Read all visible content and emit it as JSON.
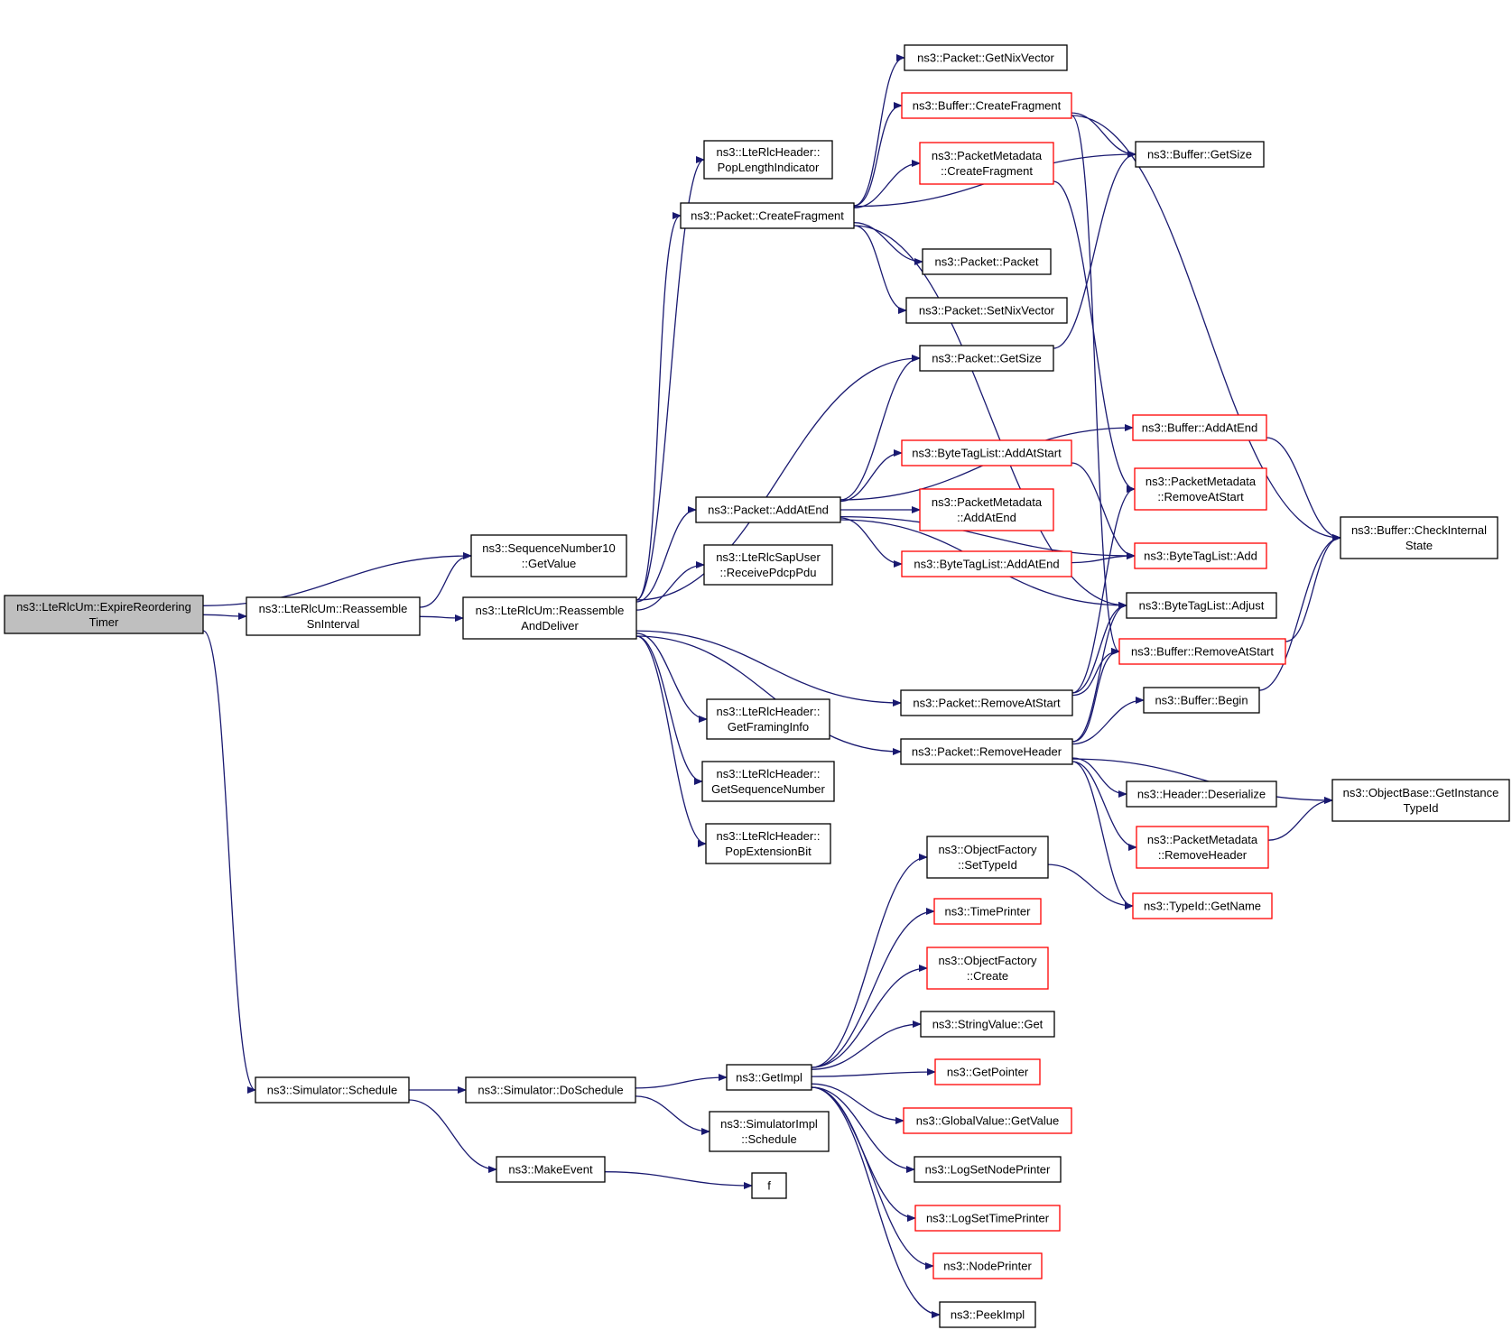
{
  "colors": {
    "edge": "#191970",
    "node_border": "#000000",
    "external_border": "#ff0000",
    "root_fill": "#bfbfbf",
    "node_fill": "#ffffff"
  },
  "nodes": [
    {
      "id": "expire",
      "lines": [
        "ns3::LteRlcUm::ExpireReordering",
        "Timer"
      ],
      "style": "root"
    },
    {
      "id": "reasmSn",
      "lines": [
        "ns3::LteRlcUm::Reassemble",
        "SnInterval"
      ],
      "style": "normal"
    },
    {
      "id": "seqGet",
      "lines": [
        "ns3::SequenceNumber10",
        "::GetValue"
      ],
      "style": "normal"
    },
    {
      "id": "reasmDel",
      "lines": [
        "ns3::LteRlcUm::Reassemble",
        "AndDeliver"
      ],
      "style": "normal"
    },
    {
      "id": "popLen",
      "lines": [
        "ns3::LteRlcHeader::",
        "PopLengthIndicator"
      ],
      "style": "normal"
    },
    {
      "id": "createFrag",
      "lines": [
        "ns3::Packet::CreateFragment"
      ],
      "style": "normal"
    },
    {
      "id": "addAtEnd",
      "lines": [
        "ns3::Packet::AddAtEnd"
      ],
      "style": "normal"
    },
    {
      "id": "recvPdcp",
      "lines": [
        "ns3::LteRlcSapUser",
        "::ReceivePdcpPdu"
      ],
      "style": "normal"
    },
    {
      "id": "getFraming",
      "lines": [
        "ns3::LteRlcHeader::",
        "GetFramingInfo"
      ],
      "style": "normal"
    },
    {
      "id": "getSeqNum",
      "lines": [
        "ns3::LteRlcHeader::",
        "GetSequenceNumber"
      ],
      "style": "normal"
    },
    {
      "id": "popExt",
      "lines": [
        "ns3::LteRlcHeader::",
        "PopExtensionBit"
      ],
      "style": "normal"
    },
    {
      "id": "getNix",
      "lines": [
        "ns3::Packet::GetNixVector"
      ],
      "style": "normal"
    },
    {
      "id": "bufCreateFrag",
      "lines": [
        "ns3::Buffer::CreateFragment"
      ],
      "style": "external"
    },
    {
      "id": "pmCreateFrag",
      "lines": [
        "ns3::PacketMetadata",
        "::CreateFragment"
      ],
      "style": "external"
    },
    {
      "id": "pktPacket",
      "lines": [
        "ns3::Packet::Packet"
      ],
      "style": "normal"
    },
    {
      "id": "setNix",
      "lines": [
        "ns3::Packet::SetNixVector"
      ],
      "style": "normal"
    },
    {
      "id": "pktGetSize",
      "lines": [
        "ns3::Packet::GetSize"
      ],
      "style": "normal"
    },
    {
      "id": "btlAddAtStart",
      "lines": [
        "ns3::ByteTagList::AddAtStart"
      ],
      "style": "external"
    },
    {
      "id": "pmAddAtEnd",
      "lines": [
        "ns3::PacketMetadata",
        "::AddAtEnd"
      ],
      "style": "external"
    },
    {
      "id": "btlAddAtEnd",
      "lines": [
        "ns3::ByteTagList::AddAtEnd"
      ],
      "style": "external"
    },
    {
      "id": "pktRemoveAtStart",
      "lines": [
        "ns3::Packet::RemoveAtStart"
      ],
      "style": "normal"
    },
    {
      "id": "pktRemoveHeader",
      "lines": [
        "ns3::Packet::RemoveHeader"
      ],
      "style": "normal"
    },
    {
      "id": "bufGetSize",
      "lines": [
        "ns3::Buffer::GetSize"
      ],
      "style": "normal"
    },
    {
      "id": "bufAddAtEnd",
      "lines": [
        "ns3::Buffer::AddAtEnd"
      ],
      "style": "external"
    },
    {
      "id": "pmRemoveAtStart",
      "lines": [
        "ns3::PacketMetadata",
        "::RemoveAtStart"
      ],
      "style": "external"
    },
    {
      "id": "btlAdd",
      "lines": [
        "ns3::ByteTagList::Add"
      ],
      "style": "external"
    },
    {
      "id": "btlAdjust",
      "lines": [
        "ns3::ByteTagList::Adjust"
      ],
      "style": "normal"
    },
    {
      "id": "bufRemoveAtStart",
      "lines": [
        "ns3::Buffer::RemoveAtStart"
      ],
      "style": "external"
    },
    {
      "id": "bufBegin",
      "lines": [
        "ns3::Buffer::Begin"
      ],
      "style": "normal"
    },
    {
      "id": "hdrDeser",
      "lines": [
        "ns3::Header::Deserialize"
      ],
      "style": "normal"
    },
    {
      "id": "pmRemoveHeader",
      "lines": [
        "ns3::PacketMetadata",
        "::RemoveHeader"
      ],
      "style": "external"
    },
    {
      "id": "typeGetName",
      "lines": [
        "ns3::TypeId::GetName"
      ],
      "style": "external"
    },
    {
      "id": "bufCheck",
      "lines": [
        "ns3::Buffer::CheckInternal",
        "State"
      ],
      "style": "normal"
    },
    {
      "id": "objBase",
      "lines": [
        "ns3::ObjectBase::GetInstance",
        "TypeId"
      ],
      "style": "normal"
    },
    {
      "id": "simSched",
      "lines": [
        "ns3::Simulator::Schedule"
      ],
      "style": "normal"
    },
    {
      "id": "simDoSched",
      "lines": [
        "ns3::Simulator::DoSchedule"
      ],
      "style": "normal"
    },
    {
      "id": "makeEvent",
      "lines": [
        "ns3::MakeEvent"
      ],
      "style": "normal"
    },
    {
      "id": "getImpl",
      "lines": [
        "ns3::GetImpl"
      ],
      "style": "normal"
    },
    {
      "id": "simImplSched",
      "lines": [
        "ns3::SimulatorImpl",
        "::Schedule"
      ],
      "style": "normal"
    },
    {
      "id": "f",
      "lines": [
        "f"
      ],
      "style": "normal"
    },
    {
      "id": "ofSetType",
      "lines": [
        "ns3::ObjectFactory",
        "::SetTypeId"
      ],
      "style": "normal"
    },
    {
      "id": "timePrinter",
      "lines": [
        "ns3::TimePrinter"
      ],
      "style": "external"
    },
    {
      "id": "ofCreate",
      "lines": [
        "ns3::ObjectFactory",
        "::Create"
      ],
      "style": "external"
    },
    {
      "id": "strGet",
      "lines": [
        "ns3::StringValue::Get"
      ],
      "style": "normal"
    },
    {
      "id": "getPointer",
      "lines": [
        "ns3::GetPointer"
      ],
      "style": "external"
    },
    {
      "id": "gvGet",
      "lines": [
        "ns3::GlobalValue::GetValue"
      ],
      "style": "external"
    },
    {
      "id": "logNode",
      "lines": [
        "ns3::LogSetNodePrinter"
      ],
      "style": "normal"
    },
    {
      "id": "logTime",
      "lines": [
        "ns3::LogSetTimePrinter"
      ],
      "style": "external"
    },
    {
      "id": "nodePrinter",
      "lines": [
        "ns3::NodePrinter"
      ],
      "style": "external"
    },
    {
      "id": "peekImpl",
      "lines": [
        "ns3::PeekImpl"
      ],
      "style": "normal"
    }
  ],
  "edges": [
    [
      "expire",
      "seqGet"
    ],
    [
      "expire",
      "reasmSn"
    ],
    [
      "expire",
      "simSched"
    ],
    [
      "reasmSn",
      "seqGet"
    ],
    [
      "reasmSn",
      "reasmDel"
    ],
    [
      "reasmDel",
      "popLen"
    ],
    [
      "reasmDel",
      "createFrag"
    ],
    [
      "reasmDel",
      "pktGetSize"
    ],
    [
      "reasmDel",
      "addAtEnd"
    ],
    [
      "reasmDel",
      "recvPdcp"
    ],
    [
      "reasmDel",
      "pktRemoveAtStart"
    ],
    [
      "reasmDel",
      "pktRemoveHeader"
    ],
    [
      "reasmDel",
      "getFraming"
    ],
    [
      "reasmDel",
      "getSeqNum"
    ],
    [
      "reasmDel",
      "popExt"
    ],
    [
      "createFrag",
      "getNix"
    ],
    [
      "createFrag",
      "bufCreateFrag"
    ],
    [
      "createFrag",
      "pmCreateFrag"
    ],
    [
      "createFrag",
      "pktPacket"
    ],
    [
      "createFrag",
      "setNix"
    ],
    [
      "createFrag",
      "bufGetSize"
    ],
    [
      "createFrag",
      "btlAdjust"
    ],
    [
      "bufCreateFrag",
      "bufGetSize"
    ],
    [
      "bufCreateFrag",
      "bufCheck"
    ],
    [
      "bufCreateFrag",
      "bufRemoveAtStart"
    ],
    [
      "pmCreateFrag",
      "pmRemoveAtStart"
    ],
    [
      "pktGetSize",
      "bufGetSize"
    ],
    [
      "addAtEnd",
      "pktGetSize"
    ],
    [
      "addAtEnd",
      "bufAddAtEnd"
    ],
    [
      "addAtEnd",
      "btlAddAtStart"
    ],
    [
      "addAtEnd",
      "pmAddAtEnd"
    ],
    [
      "addAtEnd",
      "btlAddAtEnd"
    ],
    [
      "addAtEnd",
      "btlAdd"
    ],
    [
      "addAtEnd",
      "btlAdjust"
    ],
    [
      "btlAddAtStart",
      "btlAdd"
    ],
    [
      "btlAddAtEnd",
      "btlAdd"
    ],
    [
      "bufAddAtEnd",
      "bufCheck"
    ],
    [
      "bufRemoveAtStart",
      "bufCheck"
    ],
    [
      "bufBegin",
      "bufCheck"
    ],
    [
      "pktRemoveAtStart",
      "pmRemoveAtStart"
    ],
    [
      "pktRemoveAtStart",
      "btlAdjust"
    ],
    [
      "pktRemoveAtStart",
      "bufRemoveAtStart"
    ],
    [
      "pktRemoveHeader",
      "btlAdjust"
    ],
    [
      "pktRemoveHeader",
      "bufRemoveAtStart"
    ],
    [
      "pktRemoveHeader",
      "bufBegin"
    ],
    [
      "pktRemoveHeader",
      "hdrDeser"
    ],
    [
      "pktRemoveHeader",
      "pmRemoveHeader"
    ],
    [
      "pktRemoveHeader",
      "typeGetName"
    ],
    [
      "pktRemoveHeader",
      "objBase"
    ],
    [
      "pmRemoveHeader",
      "objBase"
    ],
    [
      "simSched",
      "simDoSched"
    ],
    [
      "simSched",
      "makeEvent"
    ],
    [
      "simDoSched",
      "getImpl"
    ],
    [
      "simDoSched",
      "simImplSched"
    ],
    [
      "makeEvent",
      "f"
    ],
    [
      "getImpl",
      "ofSetType"
    ],
    [
      "getImpl",
      "timePrinter"
    ],
    [
      "getImpl",
      "ofCreate"
    ],
    [
      "getImpl",
      "strGet"
    ],
    [
      "getImpl",
      "getPointer"
    ],
    [
      "getImpl",
      "gvGet"
    ],
    [
      "getImpl",
      "logNode"
    ],
    [
      "getImpl",
      "logTime"
    ],
    [
      "getImpl",
      "nodePrinter"
    ],
    [
      "getImpl",
      "peekImpl"
    ],
    [
      "ofSetType",
      "typeGetName"
    ]
  ]
}
